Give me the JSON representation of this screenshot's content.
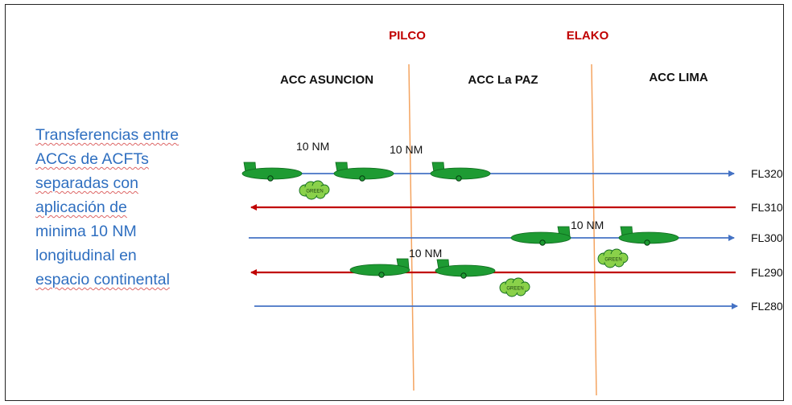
{
  "boundaries": [
    {
      "name": "PILCO",
      "color": "#c00000"
    },
    {
      "name": "ELAKO",
      "color": "#c00000"
    }
  ],
  "sectors": [
    "ACC ASUNCION",
    "ACC La PAZ",
    "ACC LIMA"
  ],
  "side_text": [
    "Transferencias entre",
    "ACCs de ACFTs",
    "separadas con",
    "aplicación de",
    "minima 10 NM",
    "longitudinal en",
    "espacio continental"
  ],
  "flight_levels": [
    {
      "label": "FL320",
      "direction": "east",
      "color": "#4472c4"
    },
    {
      "label": "FL310",
      "direction": "west",
      "color": "#c00000"
    },
    {
      "label": "FL300",
      "direction": "east",
      "color": "#4472c4"
    },
    {
      "label": "FL290",
      "direction": "west",
      "color": "#c00000"
    },
    {
      "label": "FL280",
      "direction": "east",
      "color": "#4472c4"
    }
  ],
  "separation_labels": [
    "10 NM",
    "10 NM",
    "10 NM",
    "10 NM"
  ],
  "cloud_label": "GREEN",
  "colors": {
    "aircraft": "#1e9b33",
    "aircraft_dark": "#0e6b1d",
    "cloud": "#8ad14a",
    "boundary_line": "#f4a460",
    "text": "#111111",
    "side_text": "#2f6fc0"
  }
}
